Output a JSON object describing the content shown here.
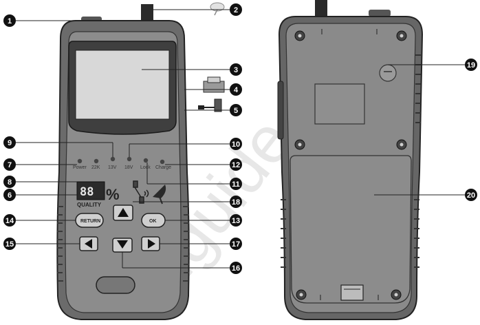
{
  "watermark": "allguide",
  "front": {
    "indicator_labels": [
      "Power",
      "22K",
      "13V",
      "18V",
      "Lock",
      "Charge"
    ],
    "display": {
      "digits": "88",
      "percent": "%",
      "quality": "QUALITY"
    },
    "buttons": {
      "return": "RETURN",
      "ok": "OK"
    }
  },
  "callouts": [
    "1",
    "2",
    "3",
    "4",
    "5",
    "6",
    "7",
    "8",
    "9",
    "10",
    "11",
    "12",
    "13",
    "14",
    "15",
    "16",
    "17",
    "18",
    "19",
    "20"
  ]
}
